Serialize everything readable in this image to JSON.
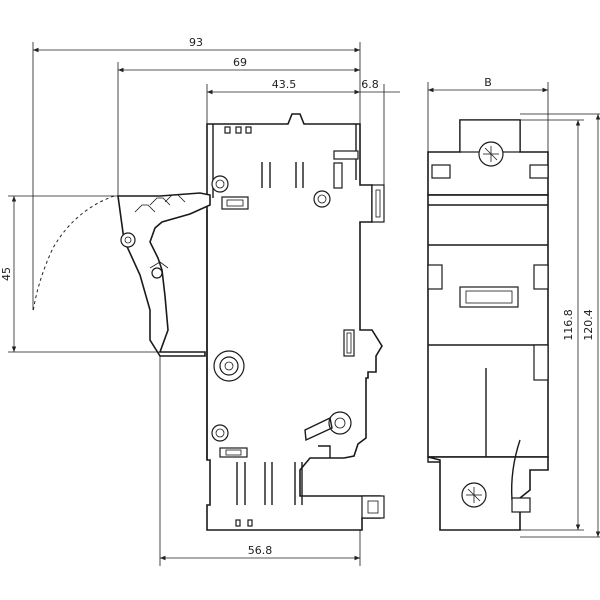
{
  "dimensions": {
    "overall_depth": "93",
    "depth_to_handle": "69",
    "front_depth": "43.5",
    "rail_offset": "6.8",
    "handle_travel": "45",
    "base_depth": "56.8",
    "width": "B",
    "height_inner": "116.8",
    "height_total": "120.4"
  }
}
